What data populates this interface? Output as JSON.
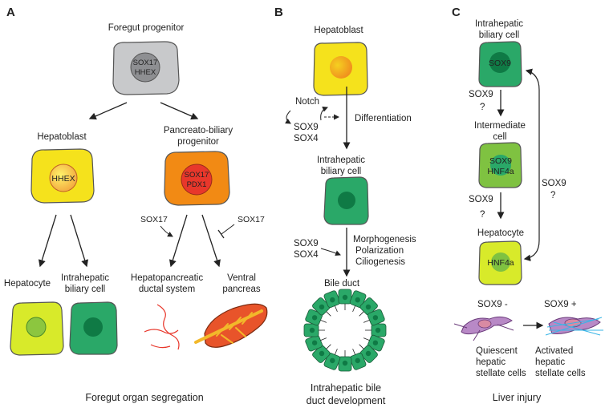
{
  "panels": {
    "a": {
      "letter": "A",
      "top": {
        "title": "Foregut progenitor",
        "marker1": "SOX17",
        "marker2": "HHEX"
      },
      "left": {
        "title": "Hepatoblast",
        "marker1": "HHEX"
      },
      "right": {
        "title_line1": "Pancreato-biliary",
        "title_line2": "progenitor",
        "marker1": "SOX17",
        "marker2": "PDX1"
      },
      "sox17_activating": "SOX17",
      "sox17_inhibiting": "SOX17",
      "outcomes": {
        "hepatocyte": "Hepatocyte",
        "biliary_line1": "Intrahepatic",
        "biliary_line2": "biliary cell",
        "ductal_line1": "Hepatopancreatic",
        "ductal_line2": "ductal system",
        "pancreas_line1": "Ventral",
        "pancreas_line2": "pancreas"
      },
      "caption": "Foregut organ segregation"
    },
    "b": {
      "letter": "B",
      "hepatoblast": "Hepatoblast",
      "notch": "Notch",
      "sox9": "SOX9",
      "sox4": "SOX4",
      "differentiation": "Differentiation",
      "biliary_line1": "Intrahepatic",
      "biliary_line2": "biliary cell",
      "sox9_b": "SOX9",
      "sox4_b": "SOX4",
      "process1": "Morphogenesis",
      "process2": "Polarization",
      "process3": "Ciliogenesis",
      "bile_duct": "Bile duct",
      "caption_line1": "Intrahepatic bile",
      "caption_line2": "duct development"
    },
    "c": {
      "letter": "C",
      "biliary_line1": "Intrahepatic",
      "biliary_line2": "biliary cell",
      "biliary_marker": "SOX9",
      "q1_label": "SOX9",
      "q1_mark": "?",
      "inter_line1": "Intermediate",
      "inter_line2": "cell",
      "inter_marker1": "SOX9",
      "inter_marker2": "HNF4a",
      "q2_label": "SOX9",
      "q2_mark": "?",
      "hepatocyte": "Hepatocyte",
      "hep_marker": "HNF4a",
      "loop_label": "SOX9",
      "loop_mark": "?",
      "neg": "SOX9 -",
      "pos": "SOX9 +",
      "quiescent_line1": "Quiescent",
      "quiescent_line2": "hepatic",
      "quiescent_line3": "stellate cells",
      "activated_line1": "Activated",
      "activated_line2": "hepatic",
      "activated_line3": "stellate cells",
      "caption": "Liver injury"
    }
  },
  "colors": {
    "grey_cell": "#c8c9cb",
    "grey_nucleus": "#8e8f92",
    "yellow_cell": "#f5e21c",
    "orange_cell": "#f28a14",
    "red_nucleus": "#e8372b",
    "green_cell": "#2aa868",
    "dark_green_nucleus": "#0f7a45",
    "lime_cell": "#d8ea2a",
    "mid_green_cell": "#7fc241",
    "purple_cell": "#b889c6",
    "blue_fiber": "#3ab5e6",
    "red_line": "#e8372b"
  }
}
